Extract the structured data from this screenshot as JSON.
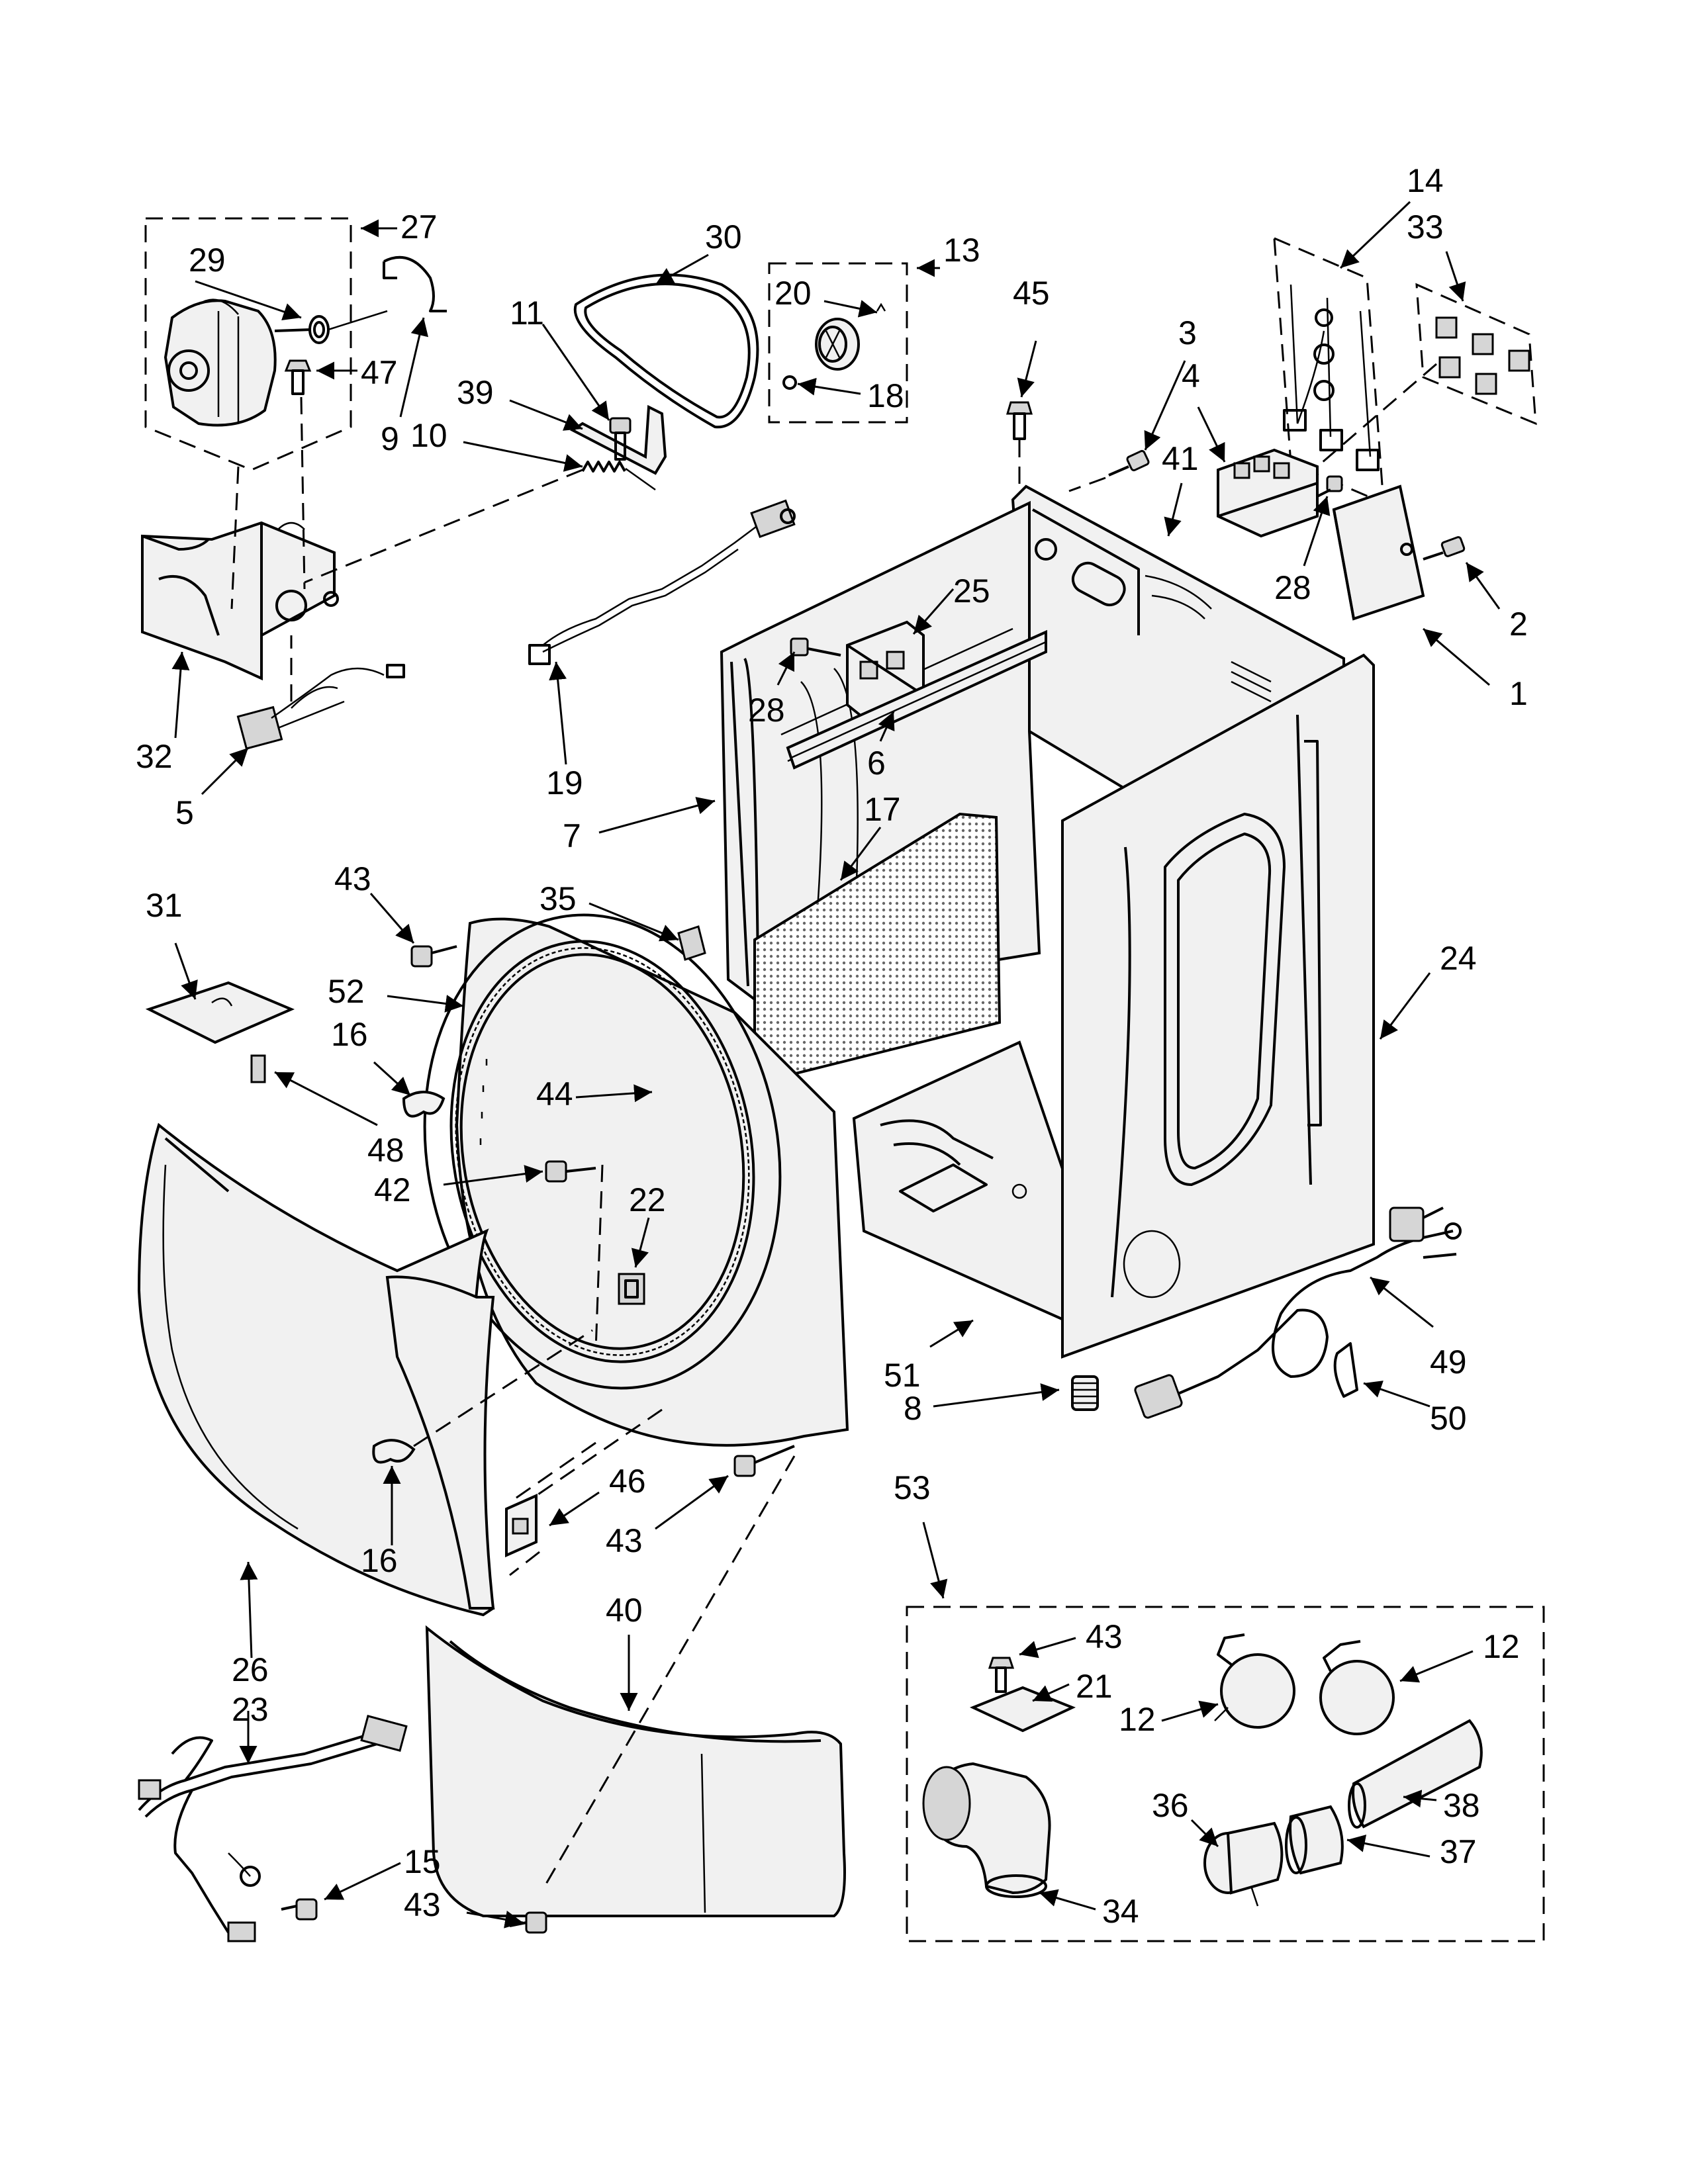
{
  "callouts": [
    {
      "id": "c27",
      "text": "27"
    },
    {
      "id": "c29",
      "text": "29"
    },
    {
      "id": "c9",
      "text": "9"
    },
    {
      "id": "c30",
      "text": "30"
    },
    {
      "id": "c11",
      "text": "11"
    },
    {
      "id": "c39",
      "text": "39"
    },
    {
      "id": "c10",
      "text": "10"
    },
    {
      "id": "c47",
      "text": "47"
    },
    {
      "id": "c32",
      "text": "32"
    },
    {
      "id": "c5",
      "text": "5"
    },
    {
      "id": "c19",
      "text": "19"
    },
    {
      "id": "c13",
      "text": "13"
    },
    {
      "id": "c20",
      "text": "20"
    },
    {
      "id": "c18",
      "text": "18"
    },
    {
      "id": "c45",
      "text": "45"
    },
    {
      "id": "c3",
      "text": "3"
    },
    {
      "id": "c4",
      "text": "4"
    },
    {
      "id": "c41",
      "text": "41"
    },
    {
      "id": "c14",
      "text": "14"
    },
    {
      "id": "c33",
      "text": "33"
    },
    {
      "id": "c28a",
      "text": "28"
    },
    {
      "id": "c2",
      "text": "2"
    },
    {
      "id": "c1",
      "text": "1"
    },
    {
      "id": "c25",
      "text": "25"
    },
    {
      "id": "c28b",
      "text": "28"
    },
    {
      "id": "c6",
      "text": "6"
    },
    {
      "id": "c7",
      "text": "7"
    },
    {
      "id": "c17",
      "text": "17"
    },
    {
      "id": "c24",
      "text": "24"
    },
    {
      "id": "c43a",
      "text": "43"
    },
    {
      "id": "c35",
      "text": "35"
    },
    {
      "id": "c31",
      "text": "31"
    },
    {
      "id": "c52",
      "text": "52"
    },
    {
      "id": "c16a",
      "text": "16"
    },
    {
      "id": "c44",
      "text": "44"
    },
    {
      "id": "c48",
      "text": "48"
    },
    {
      "id": "c42",
      "text": "42"
    },
    {
      "id": "c22",
      "text": "22"
    },
    {
      "id": "c49",
      "text": "49"
    },
    {
      "id": "c51",
      "text": "51"
    },
    {
      "id": "c50",
      "text": "50"
    },
    {
      "id": "c8",
      "text": "8"
    },
    {
      "id": "c53",
      "text": "53"
    },
    {
      "id": "c46",
      "text": "46"
    },
    {
      "id": "c16b",
      "text": "16"
    },
    {
      "id": "c43b",
      "text": "43"
    },
    {
      "id": "c40",
      "text": "40"
    },
    {
      "id": "c26",
      "text": "26"
    },
    {
      "id": "c23",
      "text": "23"
    },
    {
      "id": "c15",
      "text": "15"
    },
    {
      "id": "c43c",
      "text": "43"
    },
    {
      "id": "c43d",
      "text": "43"
    },
    {
      "id": "c21",
      "text": "21"
    },
    {
      "id": "c12a",
      "text": "12"
    },
    {
      "id": "c12b",
      "text": "12"
    },
    {
      "id": "c36",
      "text": "36"
    },
    {
      "id": "c38",
      "text": "38"
    },
    {
      "id": "c37",
      "text": "37"
    },
    {
      "id": "c34",
      "text": "34"
    }
  ]
}
